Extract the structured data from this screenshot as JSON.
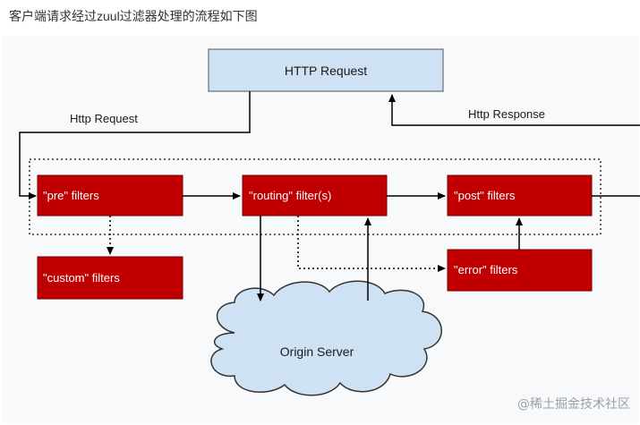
{
  "caption": "客户端请求经过zuul过滤器处理的流程如下图",
  "diagram": {
    "http_request_box": "HTTP Request",
    "edge_http_request": "Http Request",
    "edge_http_response": "Http Response",
    "pre_filters": "\"pre\" filters",
    "routing_filters": "\"routing\" filter(s)",
    "post_filters": "\"post\" filters",
    "custom_filters": "\"custom\" filters",
    "error_filters": "\"error\" filters",
    "origin_server": "Origin Server"
  },
  "watermark": "@稀土掘金技术社区",
  "colors": {
    "filter_box": "#c00000",
    "http_box": "#cfe2f3",
    "cloud": "#cfe2f3"
  }
}
